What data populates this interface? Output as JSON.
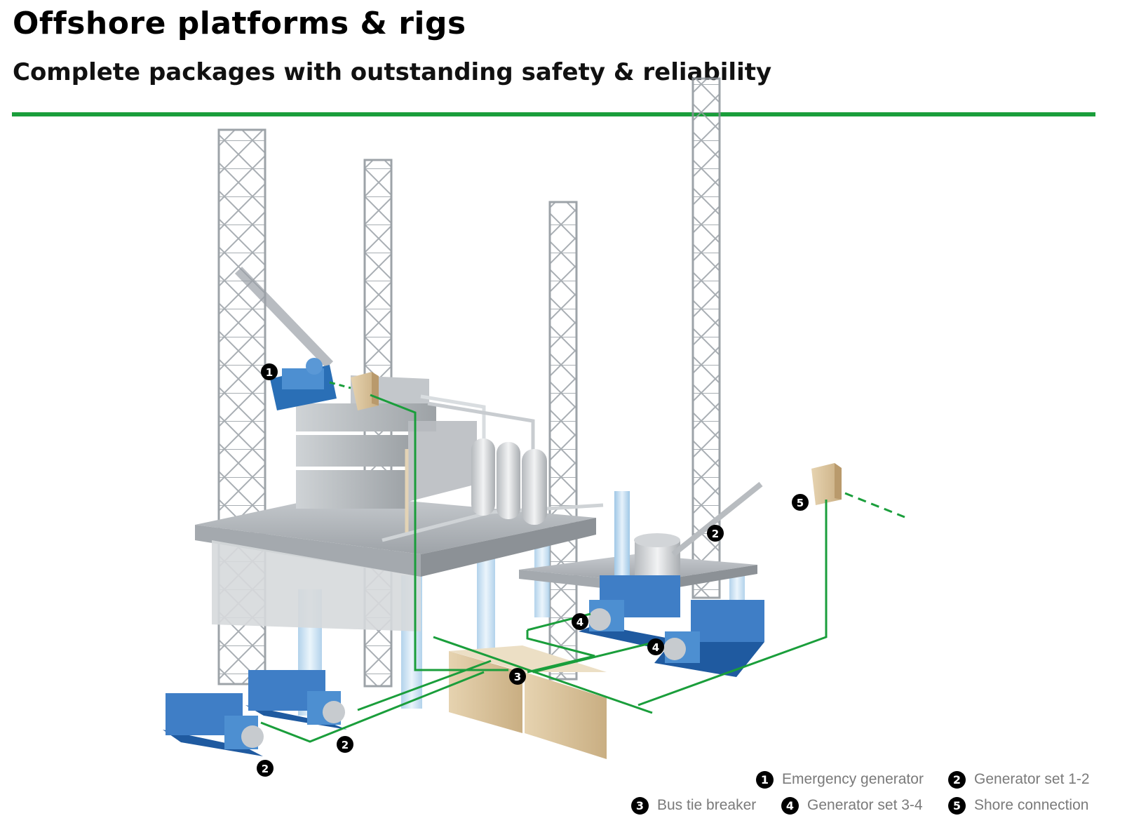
{
  "header": {
    "title": "Offshore platforms & rigs",
    "subtitle": "Complete packages with outstanding safety & reliability"
  },
  "colors": {
    "accent_green": "#1a9e3b",
    "generator_blue": "#2a6fb6",
    "cabinet_tan": "#d9c29a",
    "steel_gray": "#b8bcc0"
  },
  "callouts": {
    "emergency_generator": "1",
    "generator_set_1_2_a": "2",
    "generator_set_1_2_b": "2",
    "generator_set_1_2_c": "2",
    "bus_tie_breaker": "3",
    "generator_set_3_4_a": "4",
    "generator_set_3_4_b": "4",
    "shore_connection": "5"
  },
  "legend": {
    "items": [
      {
        "number": "1",
        "label": "Emergency generator"
      },
      {
        "number": "2",
        "label": "Generator set 1-2"
      },
      {
        "number": "3",
        "label": "Bus tie breaker"
      },
      {
        "number": "4",
        "label": "Generator set 3-4"
      },
      {
        "number": "5",
        "label": "Shore connection"
      }
    ]
  }
}
